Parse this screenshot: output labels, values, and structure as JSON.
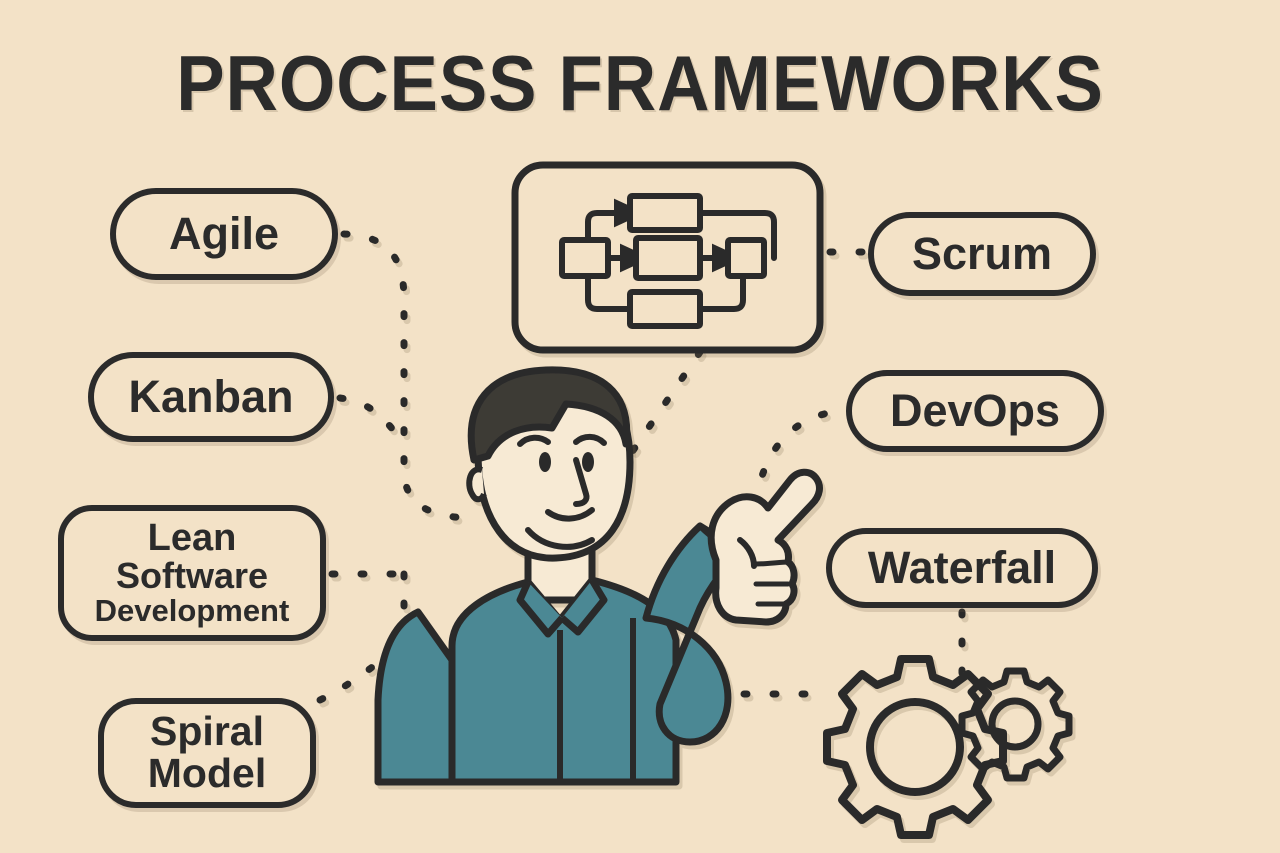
{
  "title": "PROCESS FRAMEWORKS",
  "colors": {
    "background": "#f3e2c7",
    "ink": "#2b2b2b",
    "shirt": "#4c8894",
    "skin": "#f7ead4",
    "hair": "#3d3b36"
  },
  "labels": {
    "agile": "Agile",
    "kanban": "Kanban",
    "lean_line1": "Lean",
    "lean_line2": "Software",
    "lean_line3": "Development",
    "spiral_line1": "Spiral",
    "spiral_line2": "Model",
    "scrum": "Scrum",
    "devops": "DevOps",
    "waterfall": "Waterfall"
  },
  "illustration": {
    "person": "person-pointing-up-right",
    "flowchart": "flowchart-diagram-five-boxes",
    "gears": "two-gears-large-and-small",
    "flowchart_box_count": 5,
    "gear_count": 2
  }
}
